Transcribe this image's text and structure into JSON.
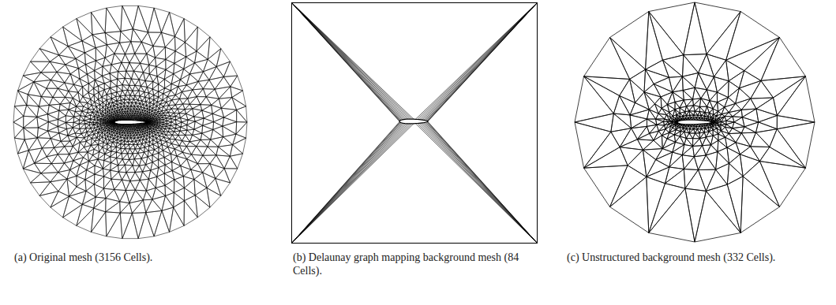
{
  "diagram": {
    "labels": [
      "(a) Original mesh (3156 Cells).",
      "(b) Delaunay graph mapping background mesh (84 Cells).",
      "(c) Unstructured background mesh (332 Cells)."
    ]
  }
}
